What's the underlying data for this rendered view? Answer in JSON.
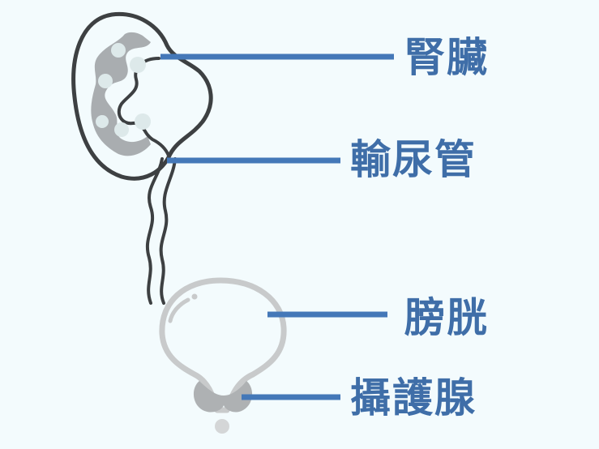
{
  "labels": {
    "kidney": "腎臟",
    "ureter": "輸尿管",
    "bladder": "膀胱",
    "prostate": "攝護腺"
  },
  "colors": {
    "background": "#f3fbfd",
    "label_text": "#3f6ea8",
    "leader_line": "#4478b8",
    "organ_outline": "#3d4042",
    "kidney_tissue": "#a9adb0",
    "bladder_outline": "#c8cacb",
    "prostate": "#aeb1b3"
  }
}
